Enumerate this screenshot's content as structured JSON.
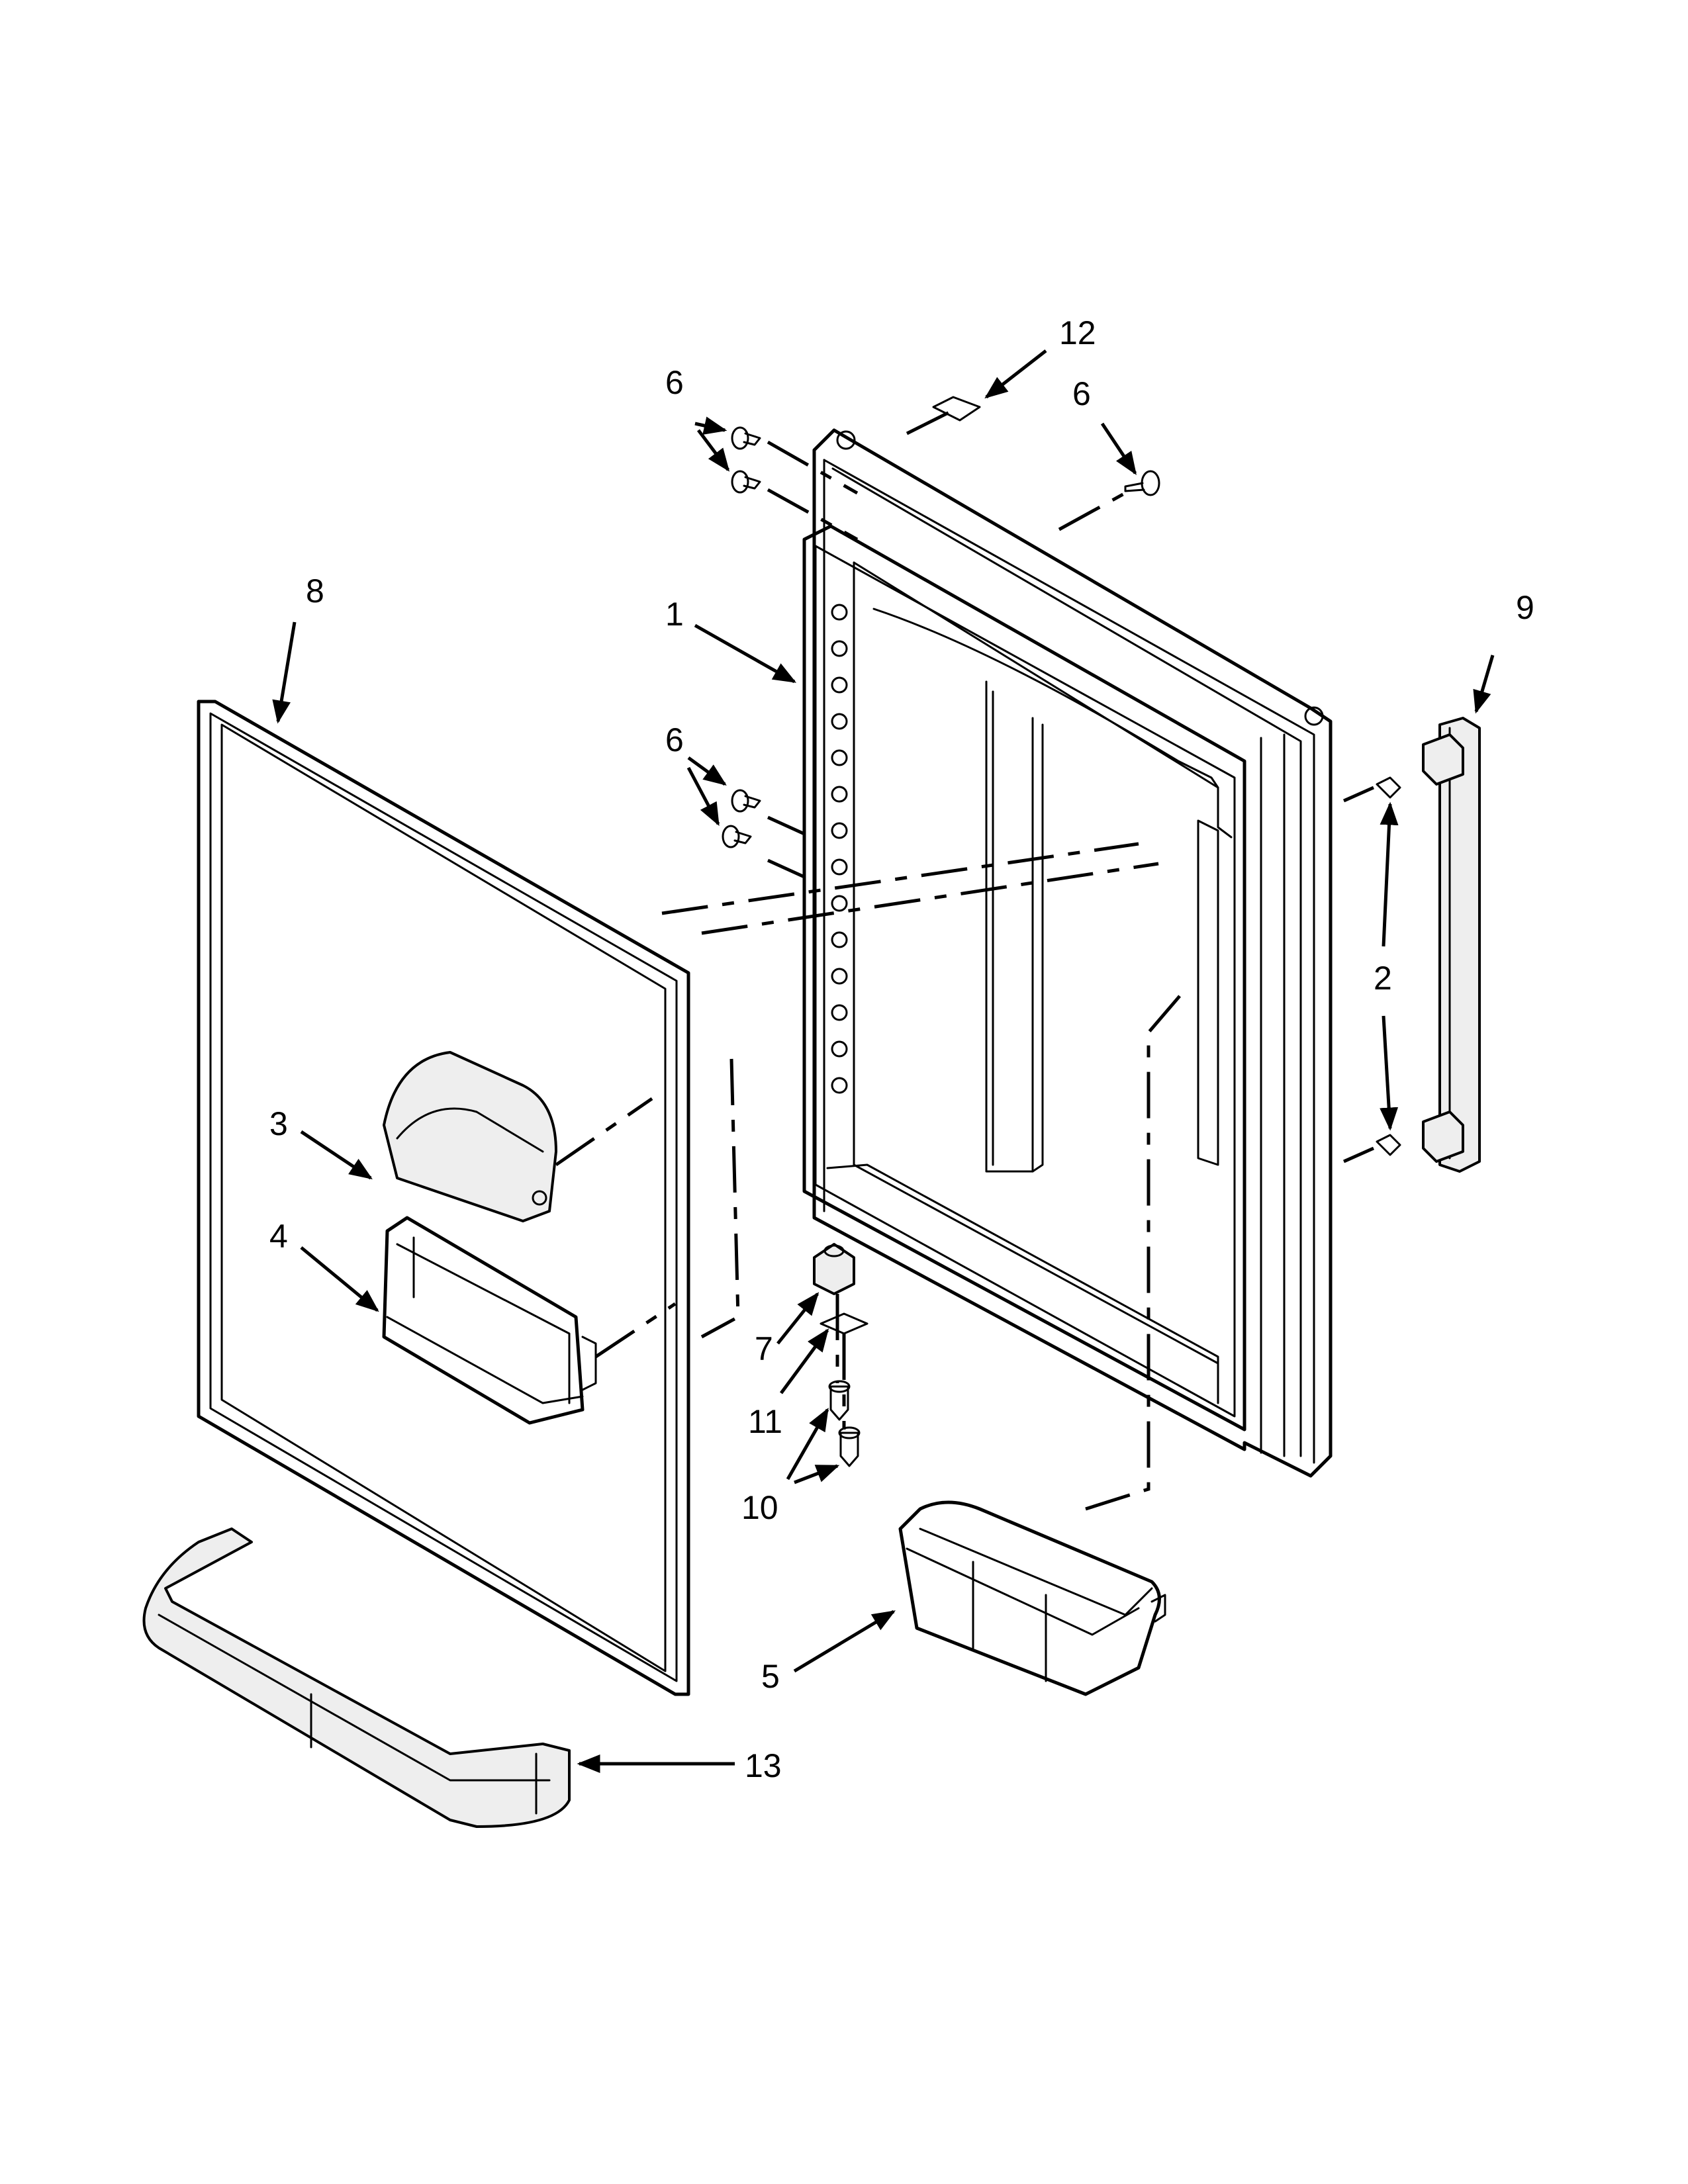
{
  "callouts": {
    "c1": "1",
    "c2": "2",
    "c3": "3",
    "c4": "4",
    "c5": "5",
    "c6a": "6",
    "c6b": "6",
    "c6c": "6",
    "c7": "7",
    "c8": "8",
    "c9": "9",
    "c10": "10",
    "c11": "11",
    "c12": "12",
    "c13": "13"
  }
}
